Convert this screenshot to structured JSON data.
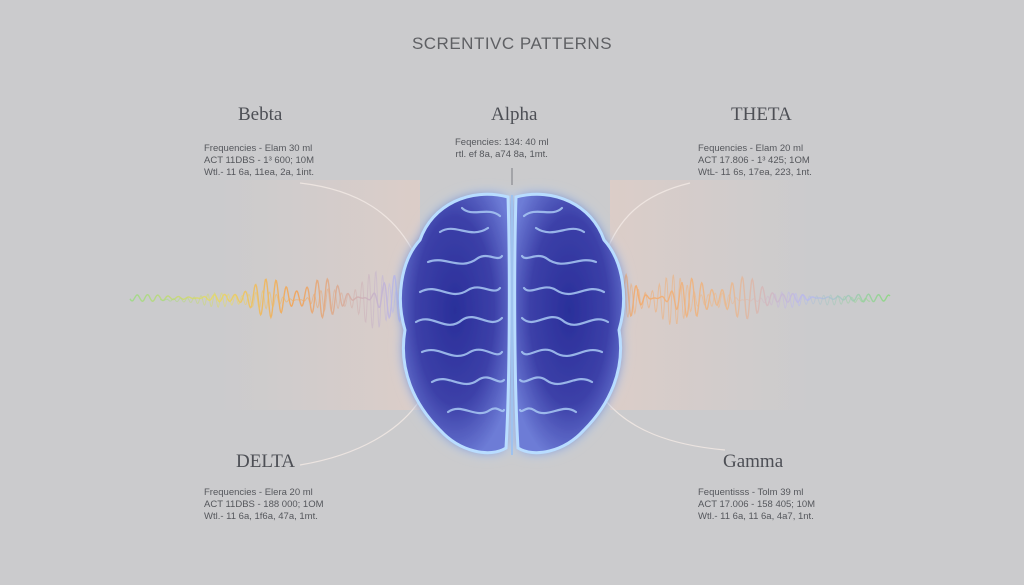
{
  "title": "SCRENTIVC PATTERNS",
  "bands": {
    "beta": {
      "label": "Bebta",
      "lines": [
        "Frequencies - Elam 30 ml",
        "ACT 11DBS - 1³ 600; 10M",
        "Wtl.- 11 6a, 11ea, 2a, 1int."
      ]
    },
    "alpha": {
      "label": "Alpha",
      "lines": [
        "Feqencies: 134: 40 ml",
        "rtl. ef 8a, a74 8a, 1mt."
      ]
    },
    "theta": {
      "label": "THETA",
      "lines": [
        "Fequencies - Elam 20 ml",
        "ACT 17.806 - 1³ 425; 1OM",
        "WtL- 11 6s, 17ea, 223, 1nt."
      ]
    },
    "delta": {
      "label": "DELTA",
      "lines": [
        "Frequencies - Elera 20 ml",
        "ACT 11DBS - 188 000; 1OM",
        "Wtl.- 11 6a, 1f6a, 47a, 1mt."
      ]
    },
    "gamma": {
      "label": "Gamma",
      "lines": [
        "Fequentisss - Tolm 39 ml",
        "ACT 17.006 - 158 405; 10M",
        "Wtl.- 11 6a, 11 6a, 4a7, 1nt."
      ]
    }
  },
  "colors": {
    "background": "#cbcbcd",
    "brain_fill": "#3f3fa4",
    "brain_glow": "#a8d4ff",
    "wave_green": "#7fd07a",
    "wave_yellow": "#f0d070",
    "wave_orange": "#f2a060",
    "wave_lavender": "#b7b8f0"
  },
  "icons": [
    "brain-illustration",
    "brainwave-left",
    "brainwave-right"
  ]
}
